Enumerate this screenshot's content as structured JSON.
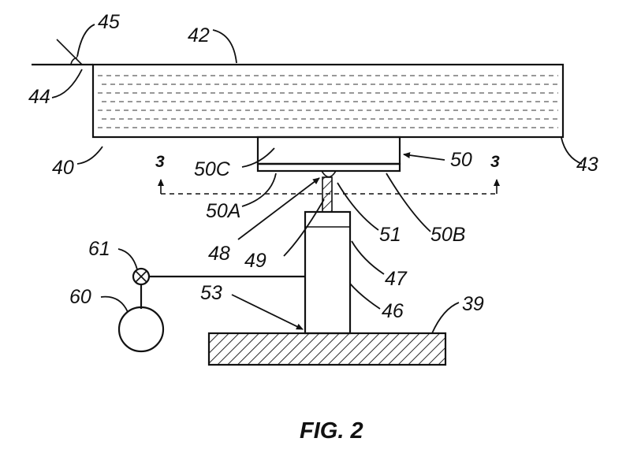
{
  "figure": {
    "caption": "FIG. 2",
    "section_marker": "3",
    "reference_numerals": {
      "n39": "39",
      "n40": "40",
      "n42": "42",
      "n43": "43",
      "n44": "44",
      "n45": "45",
      "n46": "46",
      "n47": "47",
      "n48": "48",
      "n49": "49",
      "n50": "50",
      "n50A": "50A",
      "n50B": "50B",
      "n50C": "50C",
      "n51": "51",
      "n53": "53",
      "n60": "60",
      "n61": "61"
    }
  }
}
